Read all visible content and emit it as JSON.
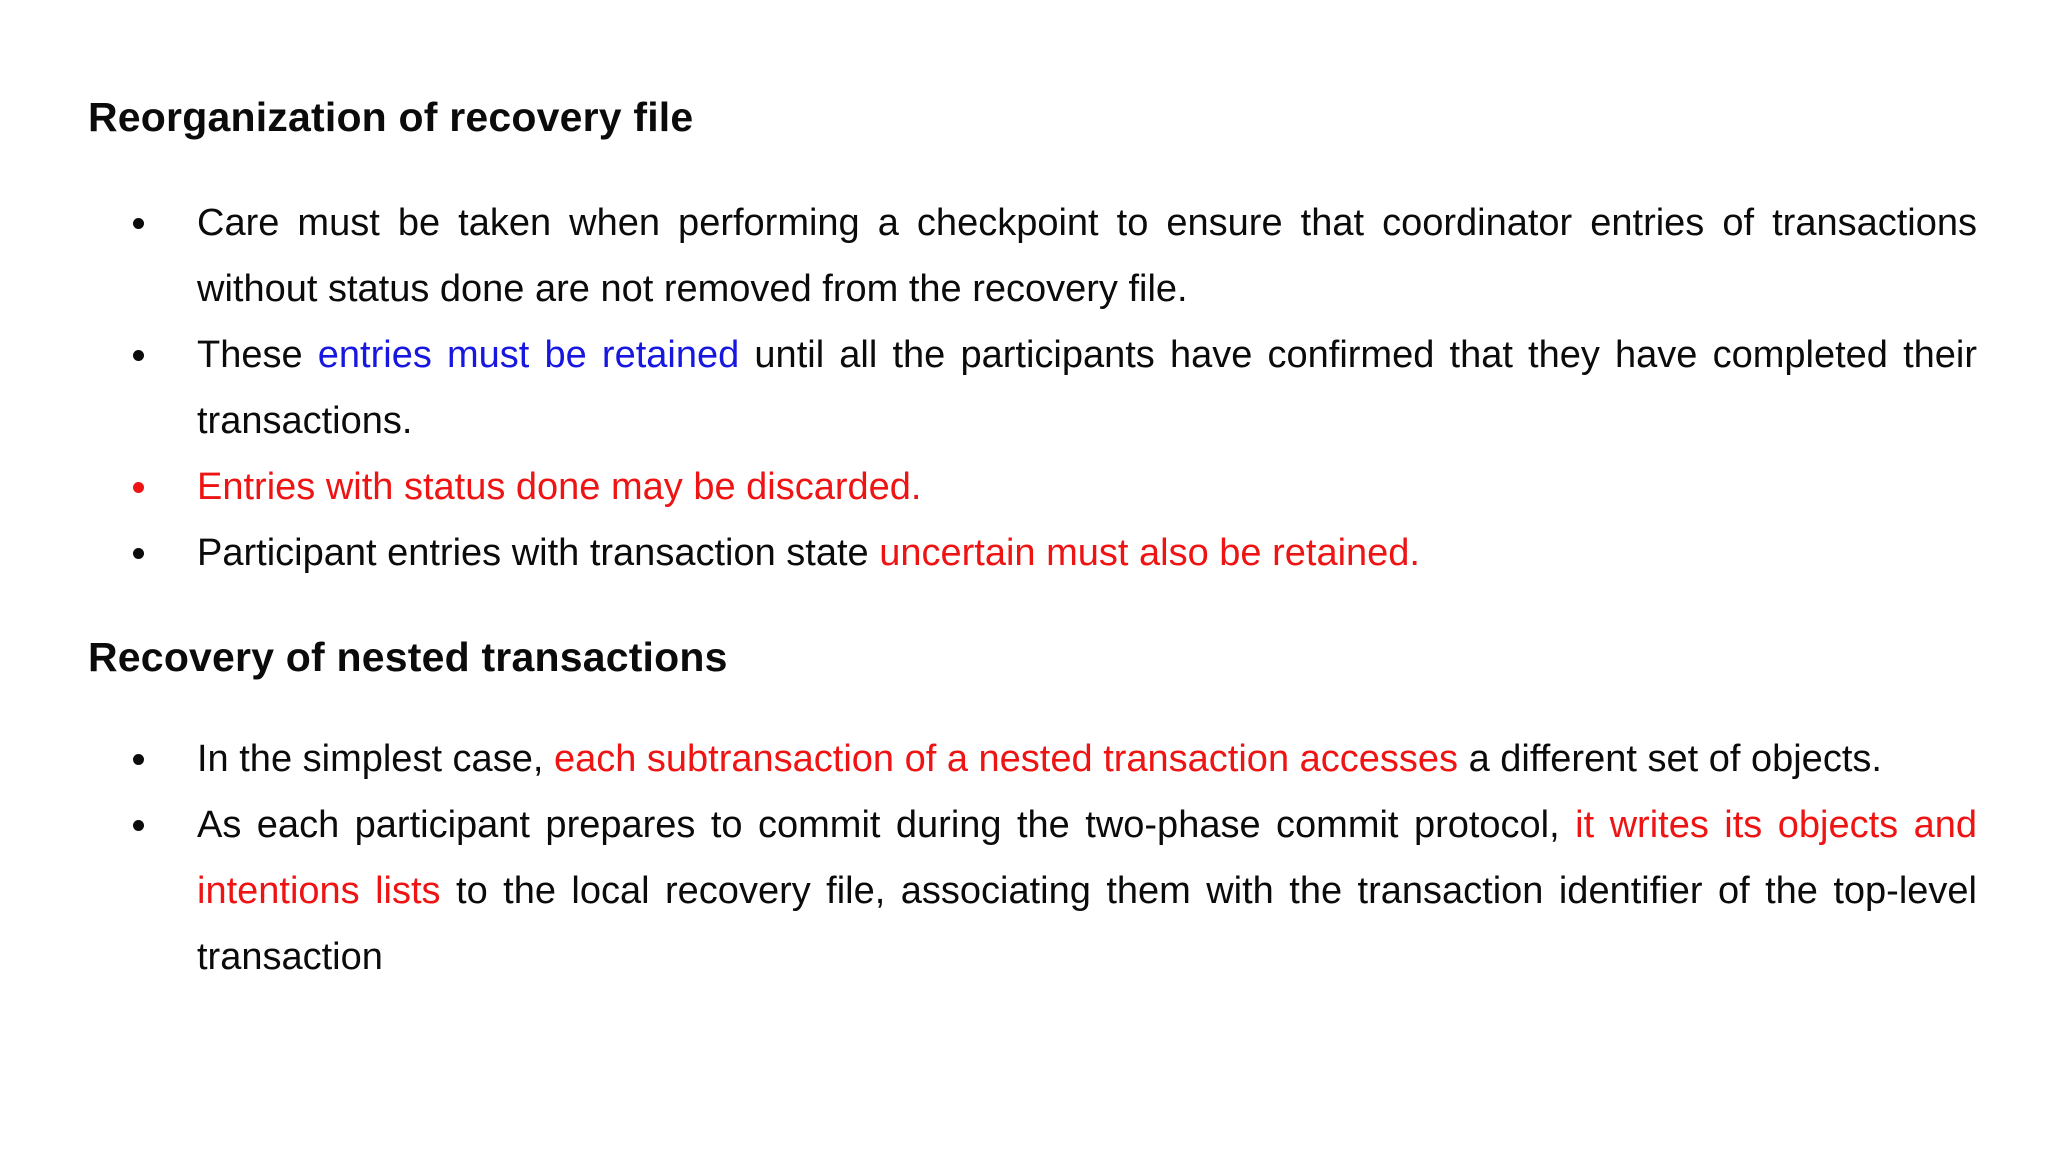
{
  "colors": {
    "background": "#ffffff",
    "text": "#0b0b0b",
    "emphasis_blue": "#1717e0",
    "emphasis_red": "#ee1414"
  },
  "sections": [
    {
      "heading": "Reorganization of recovery file",
      "bullets": [
        {
          "segments": [
            {
              "text": "Care must be taken when performing a checkpoint to ensure that coordinator entries of transactions without status done are not removed from the recovery file.",
              "color": "black"
            }
          ]
        },
        {
          "segments": [
            {
              "text": "These ",
              "color": "black"
            },
            {
              "text": "entries must be retained",
              "color": "blue"
            },
            {
              "text": " until all the participants have confirmed that they have completed their transactions.",
              "color": "black"
            }
          ]
        },
        {
          "segments": [
            {
              "text": "Entries with status done may be discarded.",
              "color": "red"
            }
          ]
        },
        {
          "segments": [
            {
              "text": "Participant entries with transaction state ",
              "color": "black"
            },
            {
              "text": "uncertain must also be retained.",
              "color": "red"
            }
          ]
        }
      ]
    },
    {
      "heading": "Recovery of nested transactions",
      "bullets": [
        {
          "segments": [
            {
              "text": "In the simplest case, ",
              "color": "black"
            },
            {
              "text": "each subtransaction of a nested transaction accesses",
              "color": "red"
            },
            {
              "text": " a different set of objects.",
              "color": "black"
            }
          ]
        },
        {
          "segments": [
            {
              "text": "As each participant prepares to commit during the two-phase commit protocol, ",
              "color": "black"
            },
            {
              "text": "it writes its objects and intentions lists",
              "color": "red"
            },
            {
              "text": " to the local recovery file, associating them with the transaction identifier of the top-level transaction",
              "color": "black"
            }
          ]
        }
      ]
    }
  ]
}
